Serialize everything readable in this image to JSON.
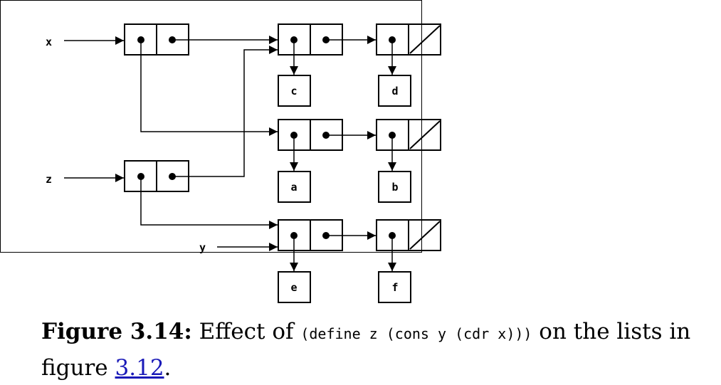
{
  "diagram": {
    "labels": {
      "x": "x",
      "z": "z",
      "y": "y"
    },
    "atoms": {
      "c": "c",
      "d": "d",
      "a": "a",
      "b": "b",
      "e": "e",
      "f": "f"
    }
  },
  "caption": {
    "figure": "Figure 3.14:",
    "text_before": " Effect of ",
    "code": "(define z (cons y (cdr x)))",
    "text_after": " on the lists in figure ",
    "link": "3.12",
    "end": "."
  }
}
